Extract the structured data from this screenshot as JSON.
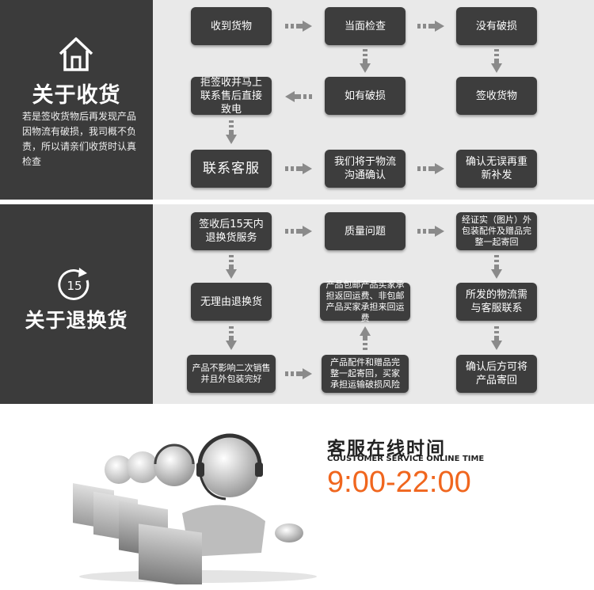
{
  "receive": {
    "title": "关于收货",
    "desc": "若是签收货物后再发现产品因物流有破损，我司概不负责，所以请亲们收货时认真检查",
    "boxes": {
      "received": "收到货物",
      "inspect": "当面检查",
      "no_damage": "没有破损",
      "refuse": "拒签收并马上联系售后直接致电",
      "damaged": "如有破损",
      "sign": "签收货物",
      "contact": "联系客服",
      "confirm_logistics": "我们将于物流沟通确认",
      "resend": "确认无误再重新补发"
    }
  },
  "return": {
    "title": "关于退换货",
    "badge": "15",
    "boxes": {
      "within15": "签收后15天内退换货服务",
      "quality": "质量问题",
      "verified": "经证实（图片）外包装配件及赠品完整一起寄回",
      "no_reason": "无理由退换货",
      "shipping_fee": "产品包邮产品买家承担返回运费、非包邮产品买家承担来回运费",
      "logistics_contact": "所发的物流需与客服联系",
      "unaffected": "产品不影响二次销售并且外包装完好",
      "accessories": "产品配件和赠品完整一起寄回，买家承担运输破损风险",
      "confirm_send": "确认后方可将产品寄回"
    }
  },
  "service": {
    "title": "客服在线时间",
    "subtitle": "COUSTOMER SERVICE ONLINE TIME",
    "hours": "9:00-22:00"
  },
  "colors": {
    "dark": "#3b3b3b",
    "panel": "#e9e9e9",
    "arrow": "#8a8a8a",
    "accent": "#f0661e"
  }
}
